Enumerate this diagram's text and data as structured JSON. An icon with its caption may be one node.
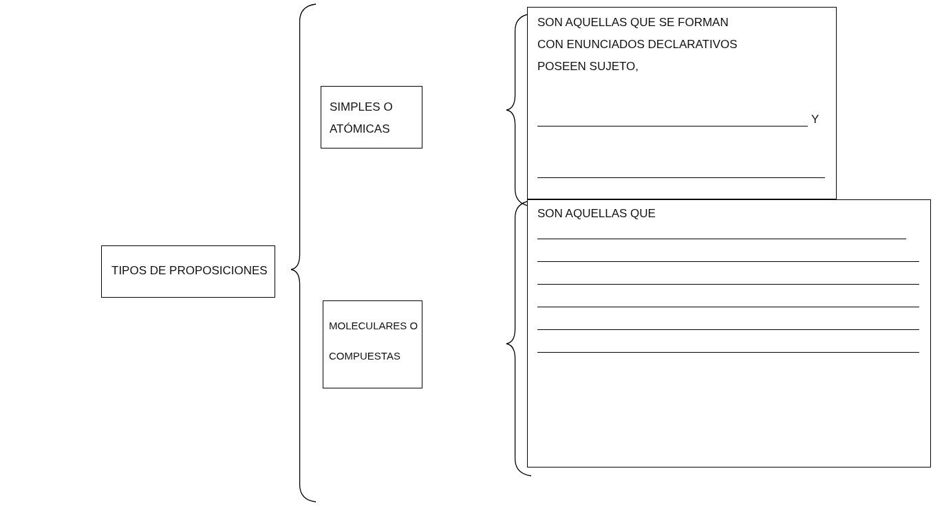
{
  "diagram": {
    "nodes": [
      {
        "text": [
          "TIPOS DE PROPOSICIONES"
        ]
      },
      {
        "text": [
          "SIMPLES O ATÓMICAS"
        ]
      },
      {
        "text": [
          "SON AQUELLAS QUE SE FORMAN CON ENUNCIADOS DECLARATIVOS POSEEN SUJETO,",
          "Y"
        ]
      },
      {
        "text": [
          "MOLECULARES O COMPUESTAS"
        ]
      },
      {
        "text": [
          "SON AQUELLAS QUE"
        ]
      }
    ],
    "edges": []
  }
}
